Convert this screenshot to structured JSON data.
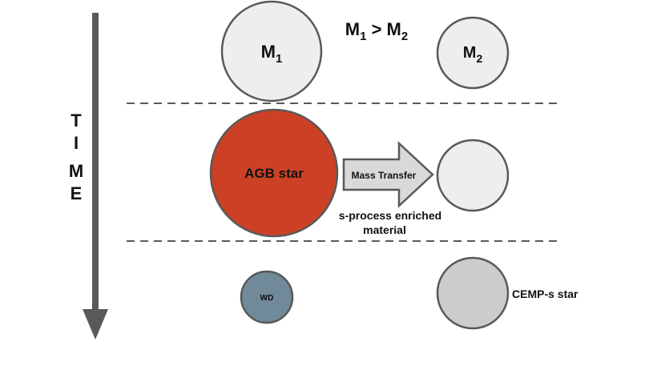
{
  "time_axis": {
    "letters": [
      "T",
      "I",
      "M",
      "E"
    ],
    "arrow_color": "#595959"
  },
  "stage1": {
    "star1": {
      "label": "M",
      "subscript": "1",
      "fill": "#eeeeee"
    },
    "star2": {
      "label": "M",
      "subscript": "2",
      "fill": "#eeeeee"
    },
    "relation": {
      "left": "M",
      "left_sub": "1",
      "op": " > ",
      "right": "M",
      "right_sub": "2"
    }
  },
  "stage2": {
    "agb_star": {
      "label": "AGB star",
      "fill": "#cc4125"
    },
    "transfer_arrow": {
      "label": "Mass Transfer",
      "fill": "#d9d9d9"
    },
    "caption_line1": "s-process enriched",
    "caption_line2": "material",
    "companion": {
      "fill": "#eeeeee"
    }
  },
  "stage3": {
    "white_dwarf": {
      "label": "WD",
      "fill": "#718a99"
    },
    "cemp_star": {
      "label": "CEMP-s star",
      "fill": "#cccccc"
    }
  },
  "divider_color": "#595959"
}
